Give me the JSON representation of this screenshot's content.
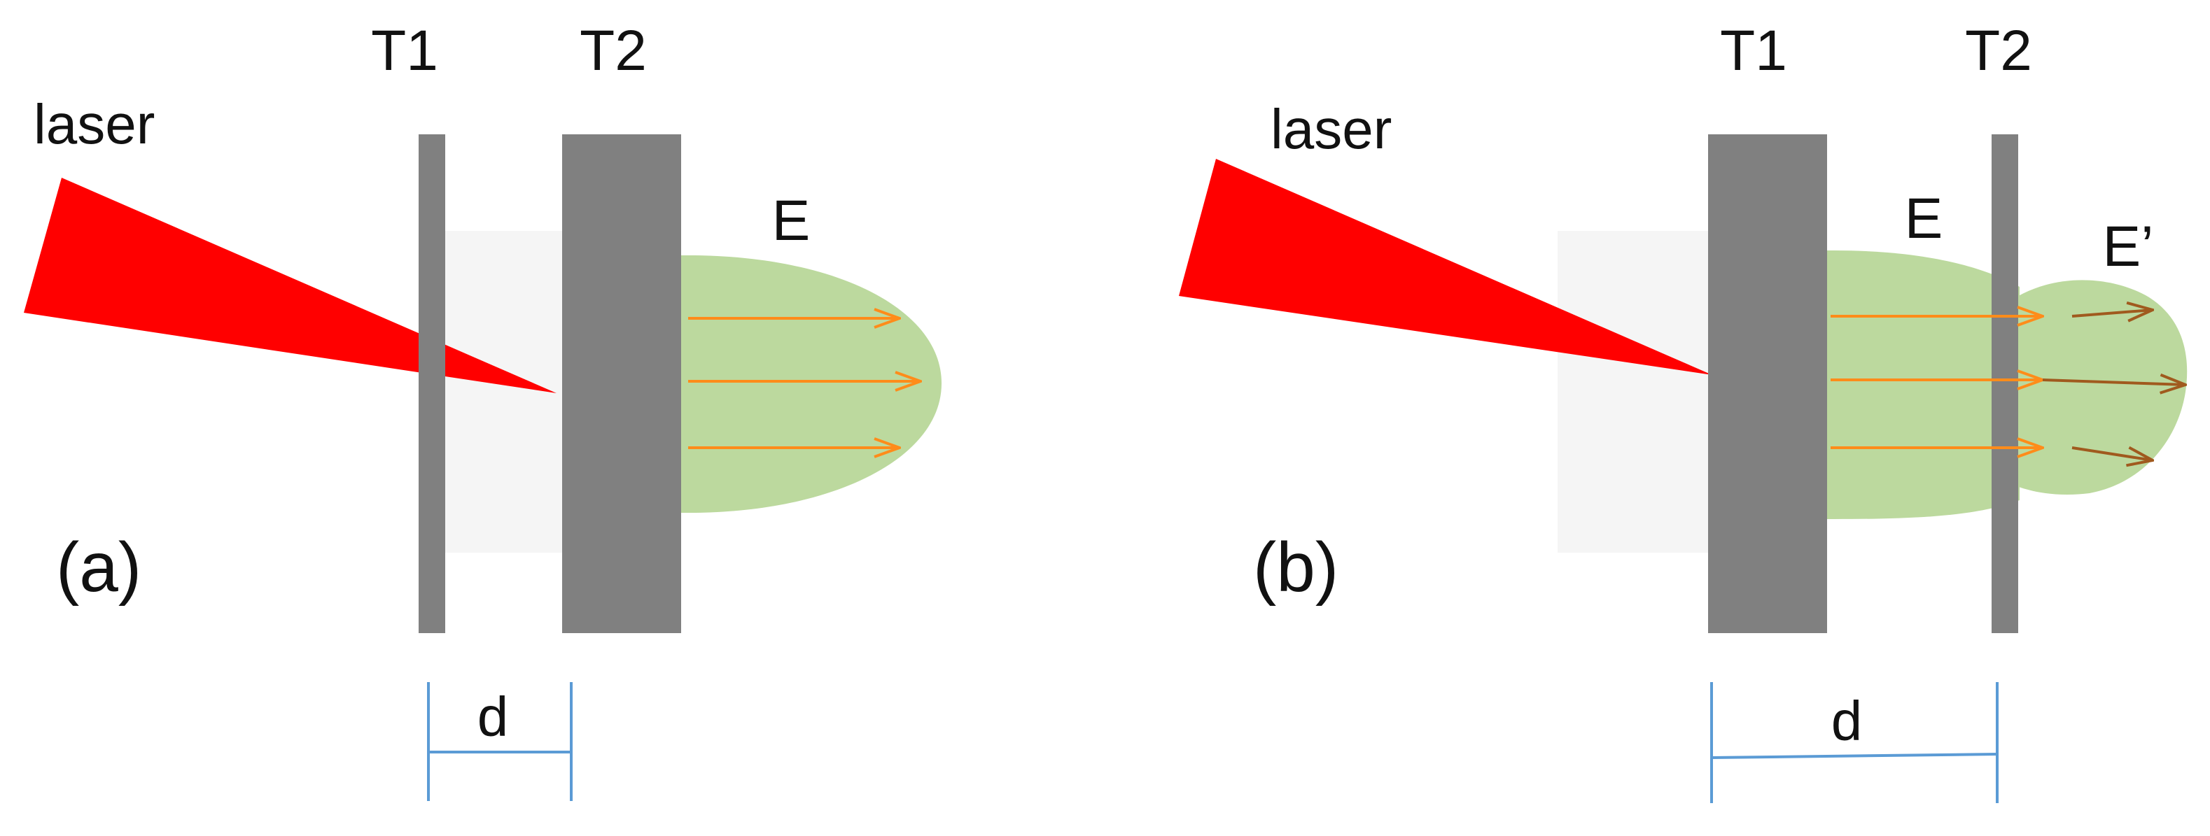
{
  "panels": [
    {
      "id": "a",
      "panel_label": "(a)",
      "laser_label": "laser",
      "target1_label": "T1",
      "target2_label": "T2",
      "field_label": "E",
      "distance_label": "d"
    },
    {
      "id": "b",
      "panel_label": "(b)",
      "laser_label": "laser",
      "target1_label": "T1",
      "target2_label": "T2",
      "field_label": "E",
      "field2_label": "E’",
      "distance_label": "d"
    }
  ],
  "colors": {
    "laser": "#ff0000",
    "target": "#808080",
    "field_region": "#bcd99e",
    "field_arrow": "#ff8c1a",
    "field2_arrow": "#a05a1e",
    "dimension_line": "#5b9bd5",
    "shadow": "#f5f5f5"
  }
}
